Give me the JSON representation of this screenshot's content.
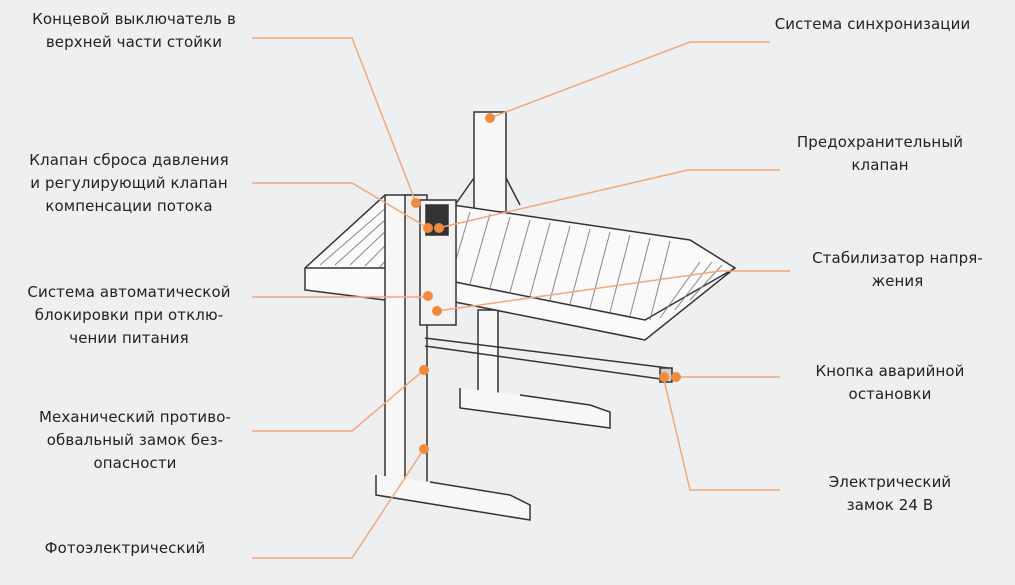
{
  "labels": {
    "limit_switch": "Концевой выключатель в\nверхней части стойки",
    "relief_valve": "Клапан сброса давления\nи регулирующий клапан\nкомпенсации потока",
    "auto_lock": "Система автоматической\nблокировки при отклю-\nчении питания",
    "mech_lock": "Механический противо-\nобвальный замок без-\nопасности",
    "photo": "Фотоэлектрический",
    "sync": "Система синхронизации",
    "safety_valve": "Предохранительный\nклапан",
    "stabilizer": "Стабилизатор напря-\nжения",
    "emergency": "Кнопка аварийной\nостановки",
    "electric_lock": "Электрический\nзамок 24 В"
  },
  "colors": {
    "accent": "#f08a3c",
    "line": "#f4a77a",
    "background": "#eeeff1"
  }
}
